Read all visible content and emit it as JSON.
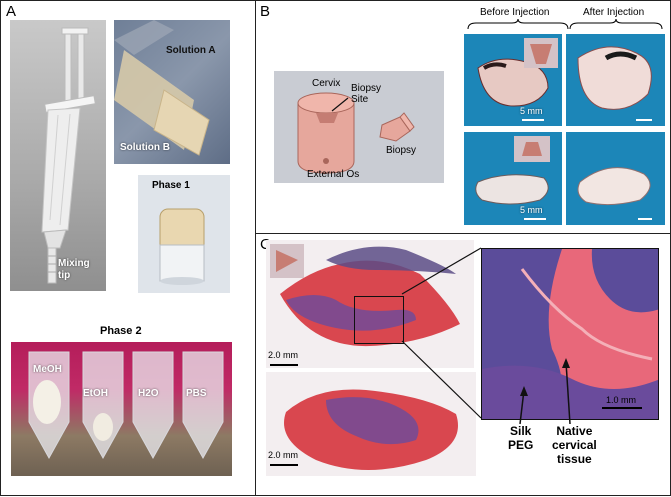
{
  "panels": {
    "a": "A",
    "b": "B",
    "c": "C"
  },
  "panel_a": {
    "mixing_tip": "Mixing\ntip",
    "solution_a": "Solution A",
    "solution_b": "Solution B",
    "phase1": "Phase 1",
    "phase2": "Phase 2",
    "tubes": [
      "MeOH",
      "EtOH",
      "H2O",
      "PBS"
    ]
  },
  "panel_b": {
    "before": "Before Injection",
    "after": "After Injection",
    "cervix": "Cervix",
    "biopsy_site": "Biopsy\nSite",
    "biopsy": "Biopsy",
    "external_os": "External Os",
    "scale1": "5 mm",
    "scale2": "5 mm"
  },
  "panel_c": {
    "scale_top": "2.0 mm",
    "scale_bottom": "2.0 mm",
    "scale_zoom": "1.0 mm",
    "silk_peg": "Silk\nPEG",
    "native": "Native\ncervical\ntissue"
  },
  "colors": {
    "tissue_pink": "#e8a9a0",
    "stain_red": "#d9474f",
    "stain_purple": "#6a4b9c",
    "photo_blue": "#1c86b8"
  }
}
